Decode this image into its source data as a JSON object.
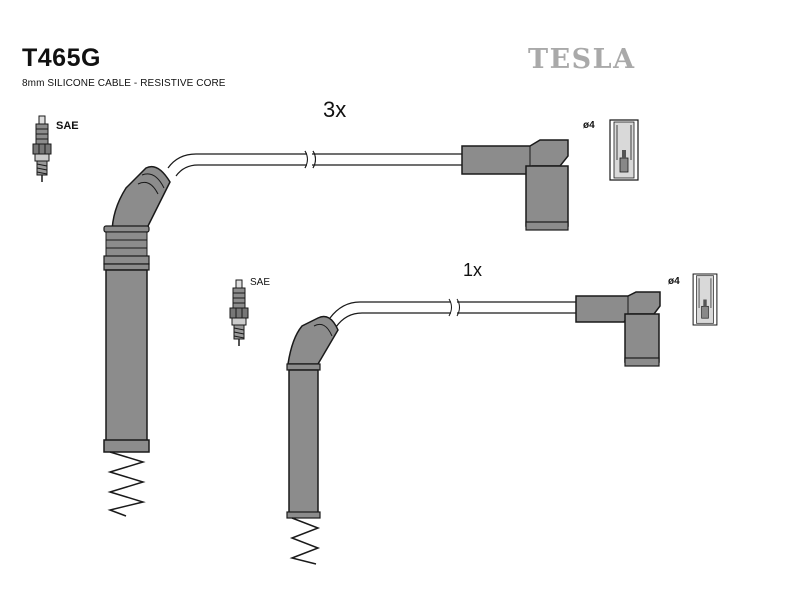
{
  "header": {
    "part_number": "T465G",
    "cable_spec": "8mm SILICONE CABLE - RESISTIVE CORE",
    "brand": "TESLA"
  },
  "lead_long": {
    "quantity": "3x",
    "plug_standard": "SAE",
    "terminal": "ø4"
  },
  "lead_short": {
    "quantity": "1x",
    "plug_standard": "SAE",
    "terminal": "ø4"
  },
  "colors": {
    "boot_fill": "#8c8c8c",
    "outline": "#1a1a1a",
    "brand": "#a9a9a9",
    "terminal_fill": "#bdbdbd"
  }
}
